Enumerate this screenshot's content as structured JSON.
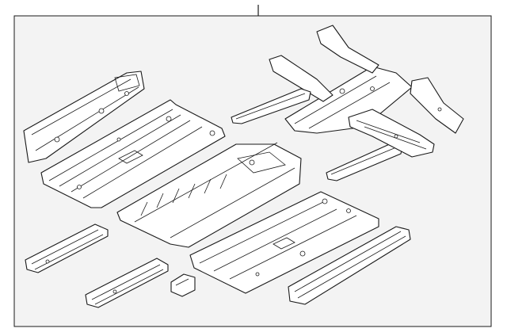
{
  "diagram": {
    "background": "#f3f3f3",
    "line_color": "#1a1a1a",
    "part_fill": "#ffffff",
    "parts": [
      "left-rocker-reinforcement",
      "front-floor-pan",
      "center-tunnel-floor",
      "rear-floor-pan",
      "left-front-crossmember",
      "left-rear-crossmember",
      "small-bracket",
      "right-rocker-sill",
      "rear-frame-assembly",
      "front-seat-crossmember",
      "rear-seat-crossmember",
      "rear-floor-extension"
    ]
  }
}
